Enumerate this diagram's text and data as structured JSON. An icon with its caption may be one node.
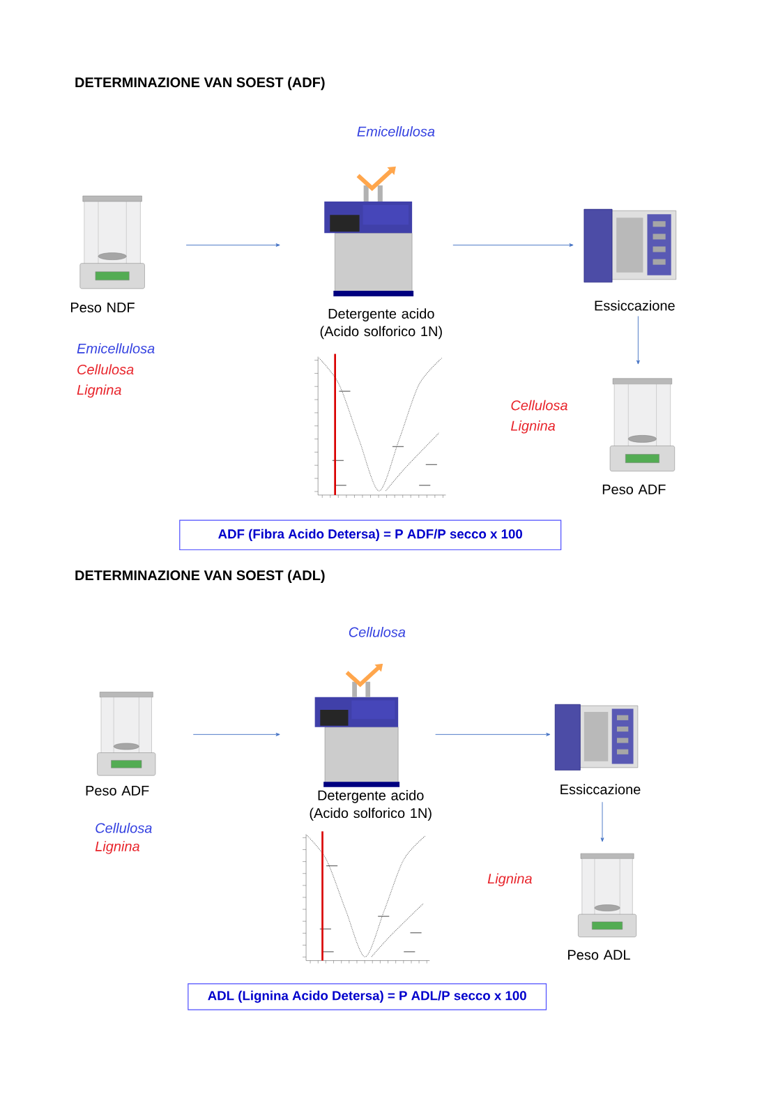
{
  "diagram": {
    "title": "DETERMINAZIONE VAN SOEST (ADF)",
    "nodes": [
      {
        "text": [
          "Peso NDF"
        ],
        "beside": [
          "Emicellulosa",
          "Cellulosa",
          "Lignina"
        ]
      },
      {
        "text": [
          "Detergente acido (Acido solforico 1N)"
        ],
        "beside": [
          "Emicellulosa"
        ]
      },
      {
        "text": [
          "Essiccazione"
        ]
      },
      {
        "text": [
          "Peso ADF"
        ],
        "beside": [
          "Cellulosa",
          "Lignina"
        ]
      },
      {
        "text": [
          "ADF (Fibra Acido Detersa) =  P ADF/P secco x 100"
        ]
      },
      {
        "text": [
          "Peso ADF"
        ],
        "beside": [
          "Cellulosa",
          "Lignina"
        ]
      },
      {
        "text": [
          "Detergente acido (Acido solforico 1N)"
        ],
        "beside": [
          "Cellulosa"
        ]
      },
      {
        "text": [
          "Essiccazione"
        ]
      },
      {
        "text": [
          "Peso ADL"
        ],
        "beside": [
          "Lignina"
        ]
      },
      {
        "text": [
          "ADL (Lignina Acido Detersa) =  P ADL/P secco x 100"
        ]
      }
    ],
    "edges": [
      {
        "from": 0,
        "to": 1,
        "arrow": "to"
      },
      {
        "from": 1,
        "to": 2,
        "arrow": "to"
      },
      {
        "from": 2,
        "to": 3,
        "arrow": "to"
      },
      {
        "from": 5,
        "to": 6,
        "arrow": "to"
      },
      {
        "from": 6,
        "to": 7,
        "arrow": "to"
      },
      {
        "from": 7,
        "to": 8,
        "arrow": "to"
      }
    ],
    "labels": [
      "DETERMINAZIONE VAN SOEST (ADL)"
    ]
  }
}
